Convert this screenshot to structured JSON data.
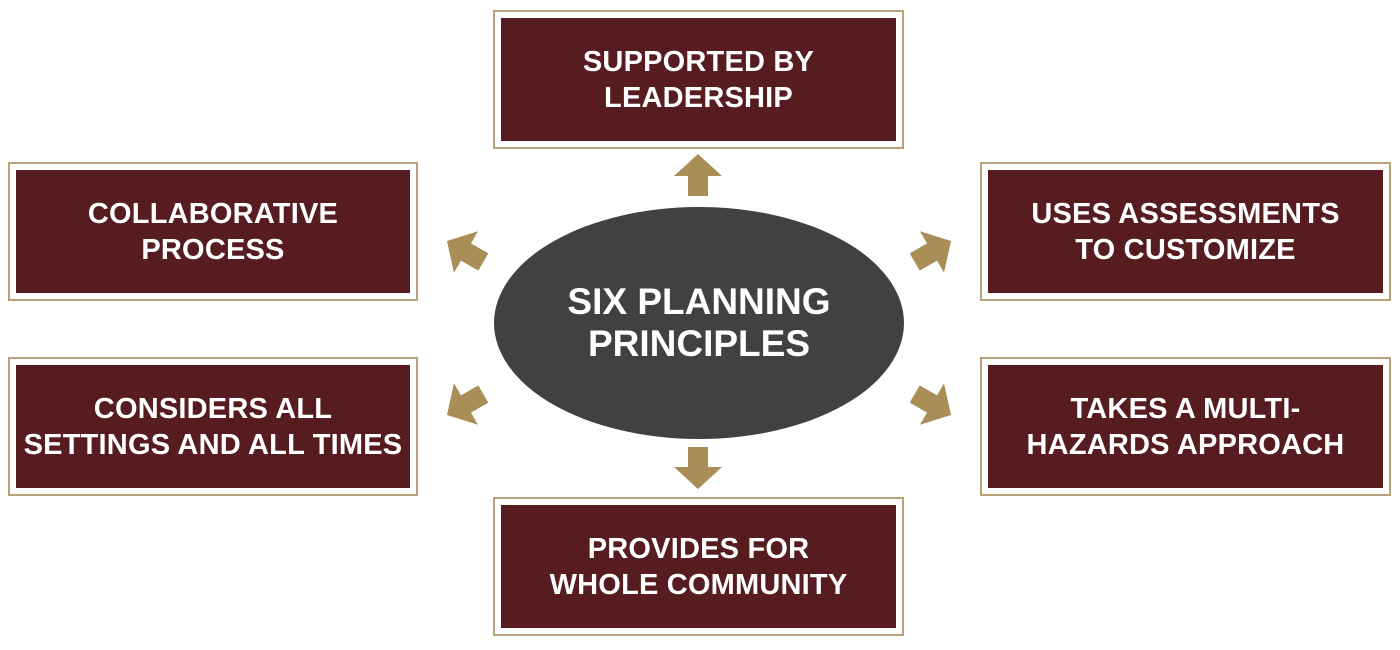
{
  "colors": {
    "box_fill": "#561c20",
    "box_border": "#b9a27a",
    "center_fill": "#414141",
    "arrow_fill": "#a98e57",
    "text": "#ffffff"
  },
  "center": {
    "line1": "SIX PLANNING",
    "line2": "PRINCIPLES"
  },
  "principles": {
    "top": {
      "line1": "SUPPORTED BY",
      "line2": "LEADERSHIP"
    },
    "left_upper": {
      "line1": "COLLABORATIVE",
      "line2": "PROCESS"
    },
    "right_upper": {
      "line1": "USES ASSESSMENTS",
      "line2": "TO CUSTOMIZE"
    },
    "left_lower": {
      "line1": "CONSIDERS ALL",
      "line2": "SETTINGS AND ALL TIMES"
    },
    "right_lower": {
      "line1": "TAKES A MULTI-",
      "line2": "HAZARDS APPROACH"
    },
    "bottom": {
      "line1": "PROVIDES FOR",
      "line2": "WHOLE COMMUNITY"
    }
  }
}
